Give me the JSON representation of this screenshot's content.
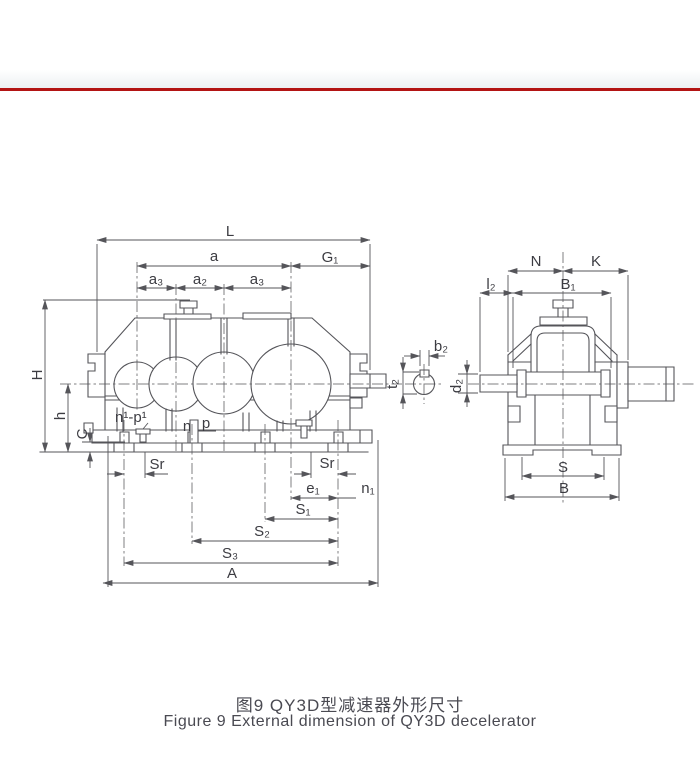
{
  "page": {
    "divider_color": "#b31414",
    "background": "#ffffff"
  },
  "figure": {
    "caption_zh": "图9 QY3D型减速器外形尺寸",
    "caption_en": "Figure 9 External dimension of QY3D decelerator",
    "caption_color": "#4a4a52"
  },
  "drawing": {
    "line_color": "#55555a",
    "label_color": "#3c3c42",
    "labels": {
      "L": "L",
      "a": "a",
      "G1": "G₁",
      "a3l": "a₃",
      "a2": "a₂",
      "a3r": "a₃",
      "H": "H",
      "h": "h",
      "C": "C",
      "n1p1": "n¹-p¹",
      "n": "n",
      "p": "p",
      "srL": "Sr",
      "srR": "Sr",
      "e1": "e₁",
      "n1": "n₁",
      "S1": "S₁",
      "S2": "S₂",
      "S3": "S₃",
      "A": "A",
      "N": "N",
      "K": "K",
      "l2": "l₂",
      "B1": "B₁",
      "S": "S",
      "B": "B",
      "b2": "b₂",
      "t2": "t₂",
      "d2": "d₂"
    }
  }
}
